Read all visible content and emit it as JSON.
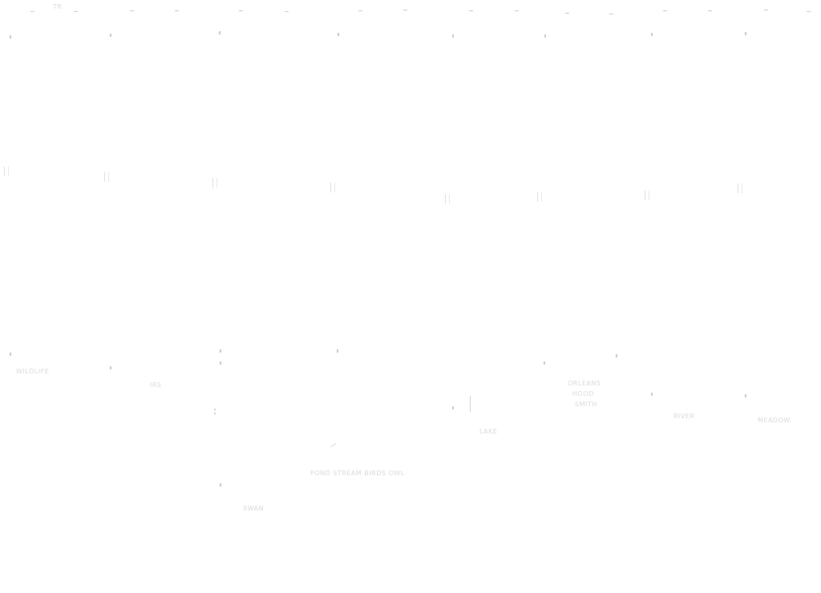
{
  "title": "",
  "faint_texts": {
    "left_label": "WILDLIFE",
    "small_label": "IRS",
    "right_block_line1": "ORLEANS",
    "right_block_line2": "HOOD",
    "right_block_line3": "SMITH",
    "bottom_center": "POND STREAM BIRDS OWL",
    "mid_small": "LAKE",
    "right_small": "RIVER",
    "far_right": "MEADOW",
    "bottom_small": "SWAN",
    "top_left_1": "TR",
    "top_left_2": "",
    "top_right_1": ""
  }
}
